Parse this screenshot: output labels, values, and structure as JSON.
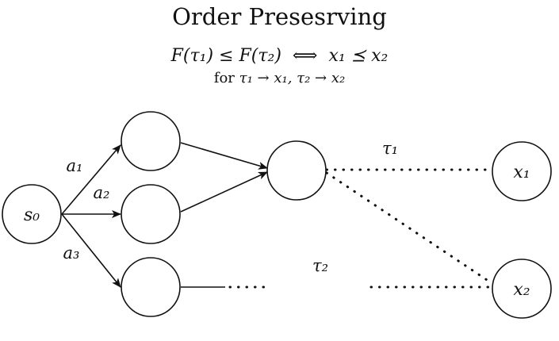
{
  "title": "Order Presesrving",
  "formula": {
    "lhs": "F(τ₁) ≤ F(τ₂)",
    "iff": "⟺",
    "rhs": "x₁ ⪯ x₂",
    "condition_prefix": "for",
    "condition": "τ₁ → x₁, τ₂ → x₂"
  },
  "nodes": {
    "s0": "s₀",
    "x1": "x₁",
    "x2": "x₂"
  },
  "edges": {
    "a1": "a₁",
    "a2": "a₂",
    "a3": "a₃",
    "tau1": "τ₁",
    "tau2": "τ₂"
  }
}
